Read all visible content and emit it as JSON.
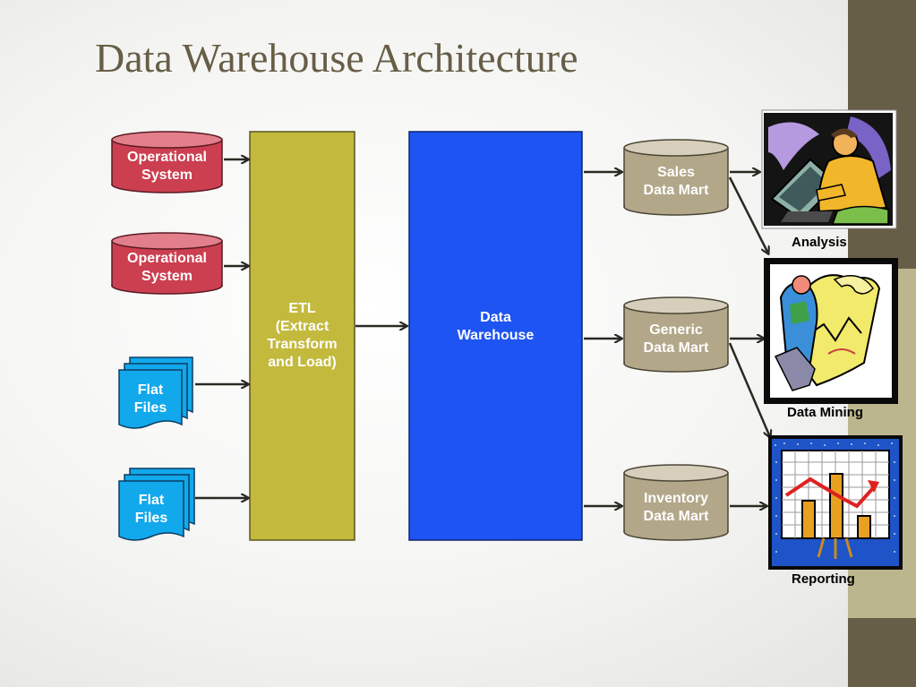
{
  "title": "Data Warehouse Architecture",
  "sources": [
    {
      "line1": "Operational",
      "line2": "System"
    },
    {
      "line1": "Operational",
      "line2": "System"
    },
    {
      "line1": "Flat",
      "line2": "Files"
    },
    {
      "line1": "Flat",
      "line2": "Files"
    }
  ],
  "etl": {
    "line1": "ETL",
    "line2": "(Extract",
    "line3": "Transform",
    "line4": "and Load)"
  },
  "warehouse": {
    "line1": "Data",
    "line2": "Warehouse"
  },
  "marts": [
    {
      "line1": "Sales",
      "line2": "Data Mart"
    },
    {
      "line1": "Generic",
      "line2": "Data Mart"
    },
    {
      "line1": "Inventory",
      "line2": "Data Mart"
    }
  ],
  "outputs": [
    {
      "label": "Analysis",
      "icon": "analyst-at-computer-icon"
    },
    {
      "label": "Data Mining",
      "icon": "scroll-chart-icon"
    },
    {
      "label": "Reporting",
      "icon": "bar-chart-report-icon"
    }
  ],
  "colors": {
    "operational": "#cc3f50",
    "flat_files": "#12a8ec",
    "etl": "#c3b93d",
    "warehouse": "#1e54f2",
    "mart": "#b3a78a",
    "title": "#675e47",
    "sidebar": "#675e47",
    "sidebar_band": "#bcb68e"
  }
}
